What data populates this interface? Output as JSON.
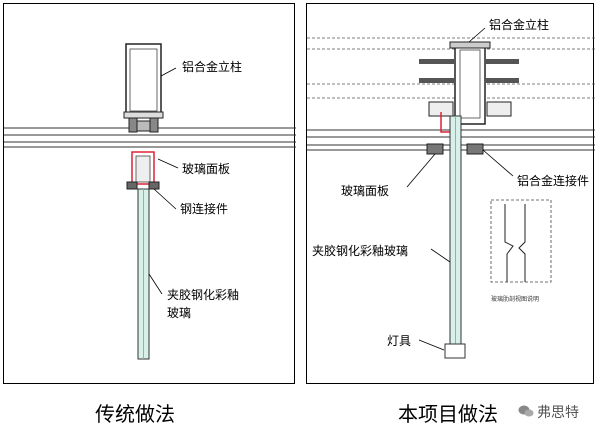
{
  "left": {
    "labels": {
      "mullion": "铝合金立柱",
      "glass_panel": "玻璃面板",
      "steel_connector": "钢连接件",
      "glass_fin_line1": "夹胶钢化彩釉",
      "glass_fin_line2": "玻璃"
    },
    "caption": "传统做法"
  },
  "right": {
    "labels": {
      "mullion": "铝合金立柱",
      "glass_panel": "玻璃面板",
      "alu_connector": "铝合金连接件",
      "glass_fin": "夹胶钢化彩釉玻璃",
      "lamp": "灯具",
      "detail_note": "玻璃肋剖视图说明"
    },
    "caption": "本项目做法"
  },
  "watermark": {
    "text": "弗思特",
    "icon": "wechat-icon"
  }
}
